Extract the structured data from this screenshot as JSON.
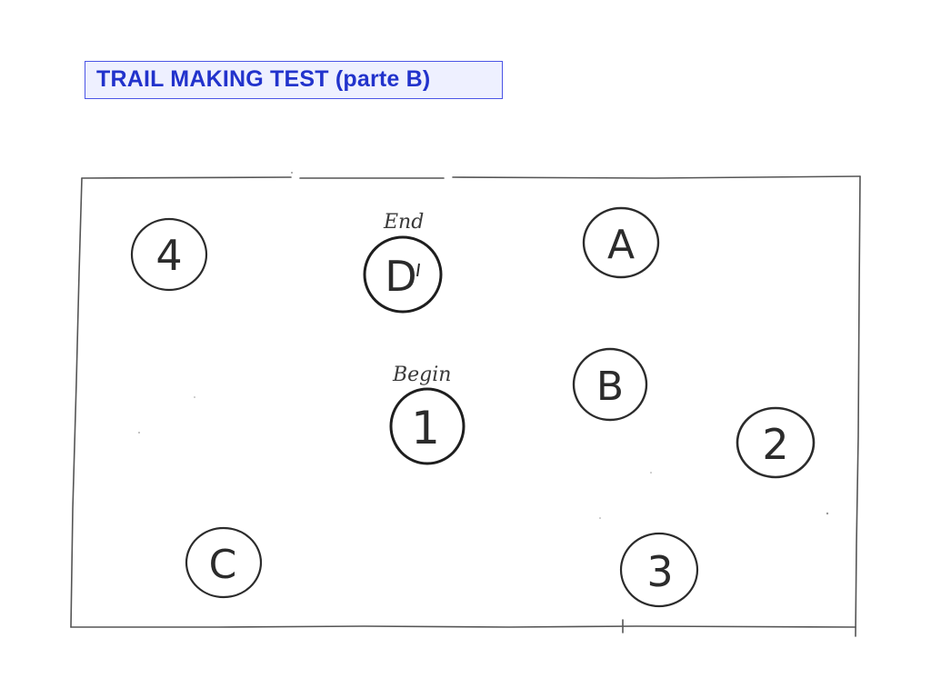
{
  "title": "TRAIL MAKING TEST (parte B)",
  "annotations": {
    "end_label": "End",
    "begin_label": "Begin"
  },
  "nodes": {
    "n1": "1",
    "n2": "2",
    "n3": "3",
    "n4": "4",
    "nA": "A",
    "nB": "B",
    "nC": "C",
    "nD": "D"
  },
  "colors": {
    "title_text": "#2233cc",
    "title_border": "#4b55e6",
    "title_background": "#eef0ff",
    "ink": "#2b2b2b"
  }
}
